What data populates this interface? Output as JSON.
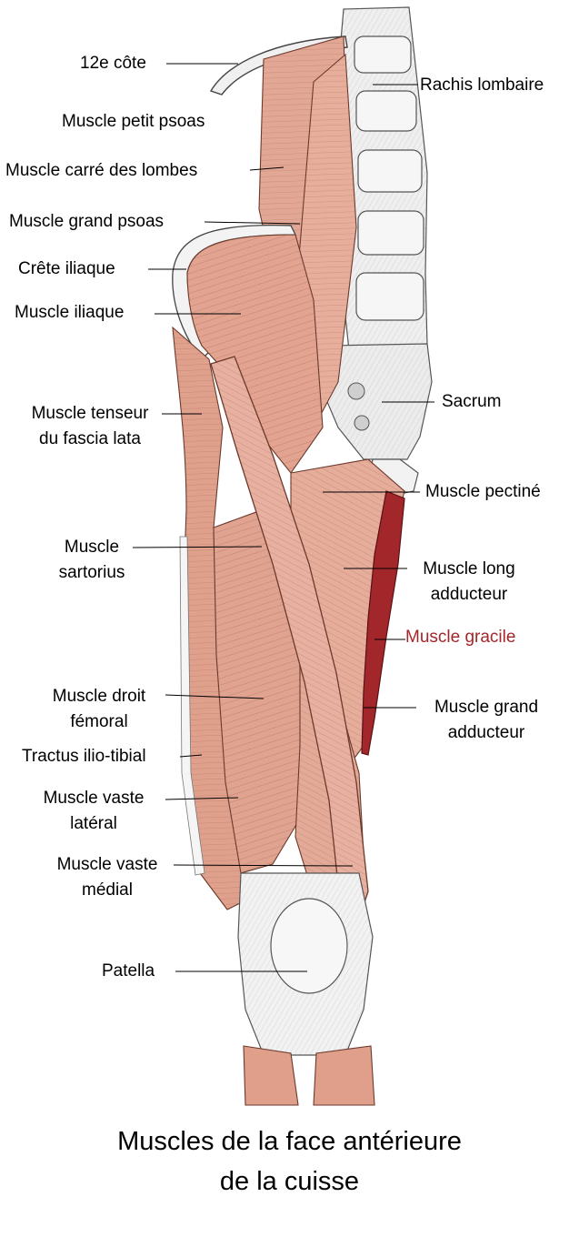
{
  "figure": {
    "title_line1": "Muscles de la face antérieure",
    "title_line2": "de la cuisse",
    "highlight_color": "#a3262a",
    "muscle_color": "#e3a795",
    "bone_color": "#eeeeee"
  },
  "labels": {
    "rib12": "12e côte",
    "petit_psoas": "Muscle petit psoas",
    "carre_lombes": "Muscle carré des lombes",
    "grand_psoas": "Muscle grand psoas",
    "crete_iliaque": "Crête iliaque",
    "iliaque": "Muscle iliaque",
    "tenseur_1": "Muscle tenseur",
    "tenseur_2": "du fascia lata",
    "sartorius_1": "Muscle",
    "sartorius_2": "sartorius",
    "droit_1": "Muscle droit",
    "droit_2": "fémoral",
    "tractus": "Tractus ilio-tibial",
    "vaste_lat_1": "Muscle vaste",
    "vaste_lat_2": "latéral",
    "vaste_med_1": "Muscle vaste",
    "vaste_med_2": "médial",
    "patella": "Patella",
    "rachis": "Rachis lombaire",
    "sacrum": "Sacrum",
    "pectine": "Muscle pectiné",
    "long_add_1": "Muscle long",
    "long_add_2": "adducteur",
    "gracile": "Muscle gracile",
    "grand_add_1": "Muscle grand",
    "grand_add_2": "adducteur"
  }
}
